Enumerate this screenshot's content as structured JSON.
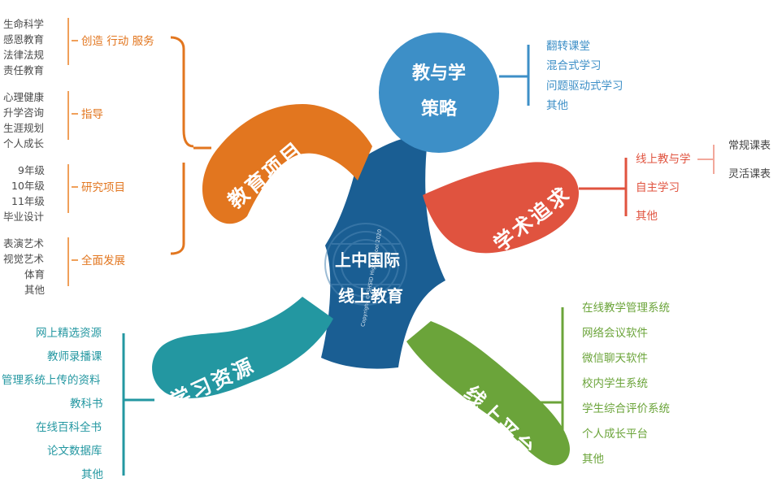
{
  "center": {
    "line1": "上中国际",
    "line2": "线上教育",
    "copyright": "Copyright © SHSID High School 2020"
  },
  "circle": {
    "line1": "教与学",
    "line2": "策略",
    "items": [
      "翻转课堂",
      "混合式学习",
      "问题驱动式学习",
      "其他"
    ]
  },
  "education_projects": {
    "label": "教育项目",
    "groups": [
      {
        "title": "创造 行动 服务",
        "items": [
          "生命科学",
          "感恩教育",
          "法律法规",
          "责任教育"
        ]
      },
      {
        "title": "指导",
        "items": [
          "心理健康",
          "升学咨询",
          "生涯规划",
          "个人成长"
        ]
      },
      {
        "title": "研究项目",
        "items": [
          "9年级",
          "10年级",
          "11年级",
          "毕业设计"
        ]
      },
      {
        "title": "全面发展",
        "items": [
          "表演艺术",
          "视觉艺术",
          "体育",
          "其他"
        ]
      }
    ]
  },
  "academic": {
    "label": "学术追求",
    "items": [
      "线上教与学",
      "自主学习",
      "其他"
    ],
    "sub_items": [
      "常规课表",
      "灵活课表"
    ]
  },
  "resources": {
    "label": "学习资源",
    "items": [
      "网上精选资源",
      "教师录播课",
      "管理系统上传的资料",
      "教科书",
      "在线百科全书",
      "论文数据库",
      "其他"
    ]
  },
  "platforms": {
    "label": "线上平台",
    "items": [
      "在线教学管理系统",
      "网络会议软件",
      "微信聊天软件",
      "校内学生系统",
      "学生综合评价系统",
      "个人成长平台",
      "其他"
    ]
  },
  "colors": {
    "orange": "#e2761f",
    "blue": "#3d8fc7",
    "red": "#e0533f",
    "teal": "#2397a1",
    "green": "#6ba43a",
    "navy": "#1a5e93",
    "pink": "#f2a89b"
  }
}
